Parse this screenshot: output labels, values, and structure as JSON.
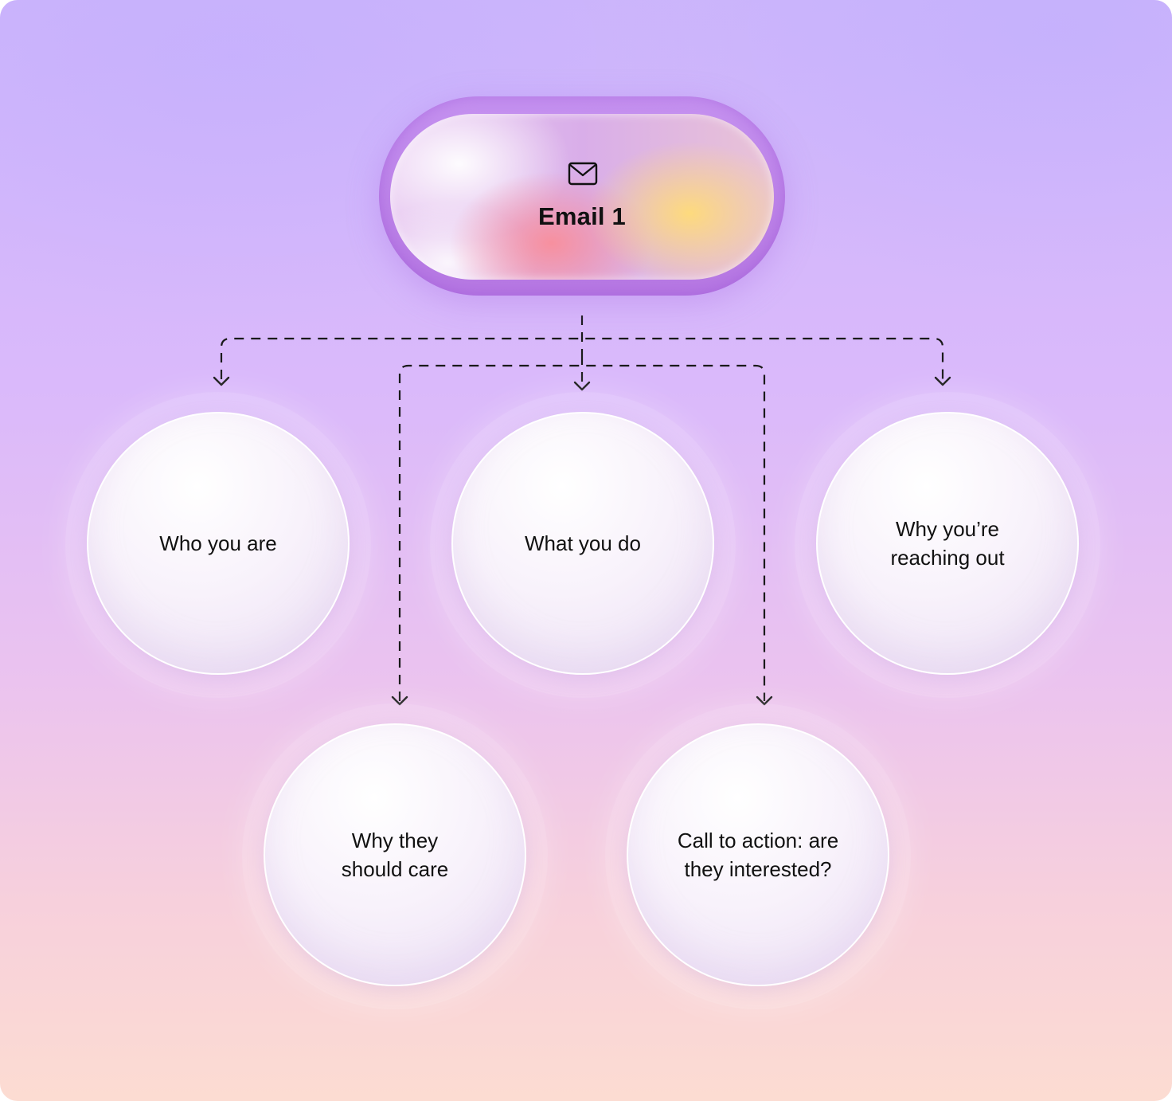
{
  "root": {
    "label": "Email 1",
    "icon": "envelope-icon"
  },
  "nodes": [
    {
      "label": "Who you are"
    },
    {
      "label": "What you do"
    },
    {
      "label": "Why you’re\nreaching out"
    },
    {
      "label": "Why they\nshould care"
    },
    {
      "label": "Call to action: are\nthey interested?"
    }
  ],
  "colors": {
    "background_top": "#cdb6fb",
    "background_bottom": "#fcdcd2",
    "text": "#111111",
    "connector": "#1a1a1a"
  }
}
